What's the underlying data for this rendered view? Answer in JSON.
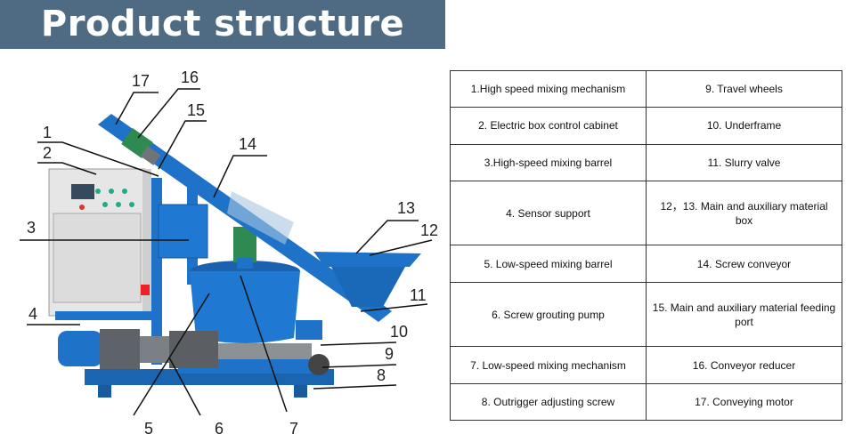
{
  "header": {
    "title": "Product structure"
  },
  "callouts": [
    "1",
    "2",
    "3",
    "4",
    "5",
    "6",
    "7",
    "8",
    "9",
    "10",
    "11",
    "12",
    "13",
    "14",
    "15",
    "16",
    "17"
  ],
  "parts_table": {
    "rows": [
      [
        "1.High speed mixing mechanism",
        "9. Travel wheels"
      ],
      [
        "2. Electric box control cabinet",
        "10. Underframe"
      ],
      [
        "3.High-speed mixing barrel",
        "11. Slurry valve"
      ],
      [
        "4. Sensor support",
        "12，13. Main and auxiliary material box"
      ],
      [
        "5. Low-speed mixing barrel",
        "14. Screw conveyor"
      ],
      [
        "6. Screw grouting pump",
        "15. Main and auxiliary material feeding port"
      ],
      [
        "7. Low-speed mixing mechanism",
        "16. Conveyor reducer"
      ],
      [
        "8. Outrigger adjusting screw",
        "17. Conveying motor"
      ]
    ]
  },
  "colors": {
    "banner": "#4f6b83",
    "machine_blue": "#1e73c8",
    "cabinet": "#e8e8e8",
    "pump": "#6b6f73",
    "motor_green": "#2f8a52"
  }
}
